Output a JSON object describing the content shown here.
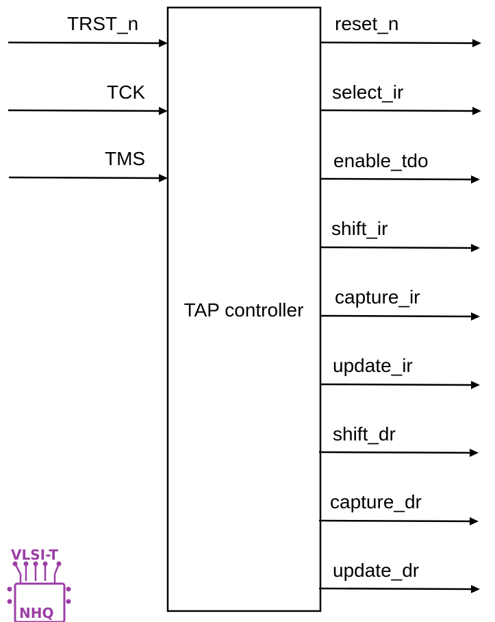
{
  "block": {
    "label": "TAP controller"
  },
  "inputs": [
    {
      "name": "TRST_n"
    },
    {
      "name": "TCK"
    },
    {
      "name": "TMS"
    }
  ],
  "outputs": [
    {
      "name": "reset_n"
    },
    {
      "name": "select_ir"
    },
    {
      "name": "enable_tdo"
    },
    {
      "name": "shift_ir"
    },
    {
      "name": "capture_ir"
    },
    {
      "name": "update_ir"
    },
    {
      "name": "shift_dr"
    },
    {
      "name": "capture_dr"
    },
    {
      "name": "update_dr"
    }
  ],
  "logo": {
    "text_top": "VLSI-T",
    "text_bottom": "NHQ",
    "color": "#9b3fa6"
  }
}
